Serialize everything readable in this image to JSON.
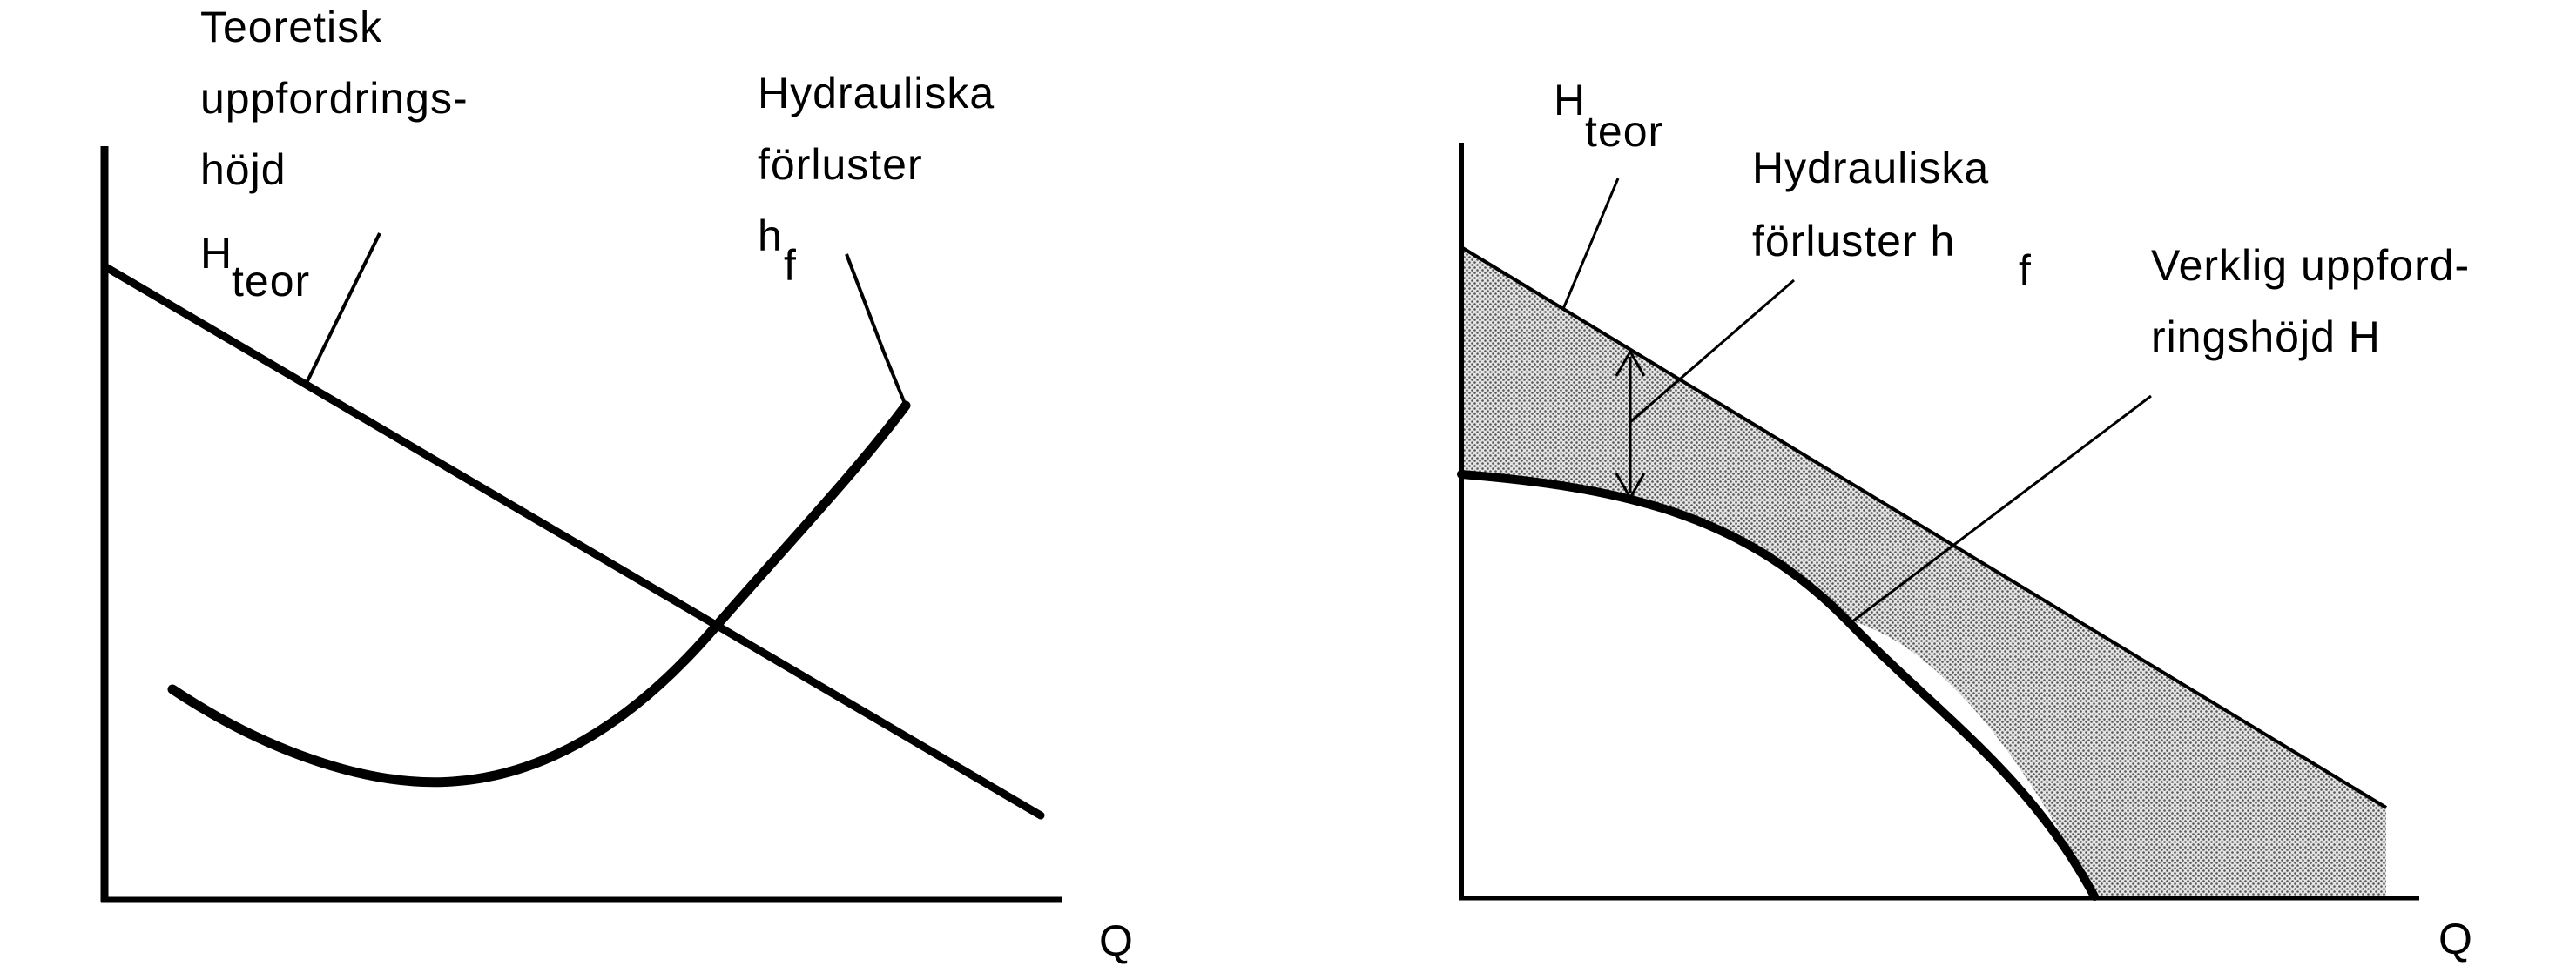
{
  "left_panel": {
    "title_line1": "Teoretisk",
    "title_line2": "uppfordrings-",
    "title_line3": "höjd",
    "h_symbol": "H",
    "h_subscript": "teor",
    "loss_line1": "Hydrauliska",
    "loss_line2": "förluster",
    "loss_symbol": "h",
    "loss_subscript": "f",
    "x_axis_label": "Q"
  },
  "right_panel": {
    "h_symbol": "H",
    "h_subscript": "teor",
    "loss_line1": "Hydrauliska",
    "loss_line2": "förluster h",
    "loss_subscript": "f",
    "actual_line1": "Verklig uppford-",
    "actual_line2": "ringshöjd H",
    "x_axis_label": "Q"
  },
  "colors": {
    "ink": "#000000",
    "shading": "#c8c8c8"
  }
}
